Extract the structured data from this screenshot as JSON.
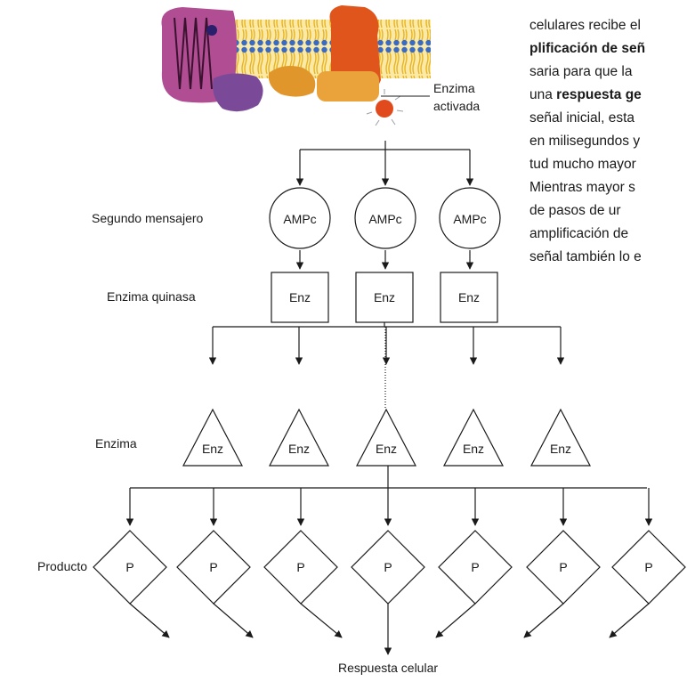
{
  "membrane": {
    "enzyme_label_line1": "Enzima",
    "enzyme_label_line2": "activada"
  },
  "rows": {
    "second_messenger": {
      "label": "Segundo mensajero",
      "node_text": "AMPc",
      "count": 3
    },
    "kinase": {
      "label": "Enzima quinasa",
      "node_text": "Enz",
      "count": 3
    },
    "enzyme": {
      "label": "Enzima",
      "node_text": "Enz",
      "count": 5
    },
    "product": {
      "label": "Producto",
      "node_text": "P",
      "count": 7
    }
  },
  "response": {
    "label": "Respuesta celular"
  },
  "side_text": {
    "line1": "celulares recibe el",
    "line2_bold": "plificación de señ",
    "line3": "saria para que la",
    "line4_normal": "una ",
    "line4_bold": "respuesta ge",
    "line5": "señal inicial, esta",
    "line6": "en milisegundos y",
    "line7": "tud mucho mayor",
    "line8": "Mientras mayor s",
    "line9": "de pasos de ur",
    "line10": "amplificación de",
    "line11": "señal también lo e"
  },
  "colors": {
    "line": "#1a1a1a",
    "receptor_purple": "#8e3d80",
    "receptor_violet": "#7a4a98",
    "gprotein_orange": "#e0551c",
    "effector_gold": "#e0962a",
    "lipid_yellow": "#f2c430",
    "head_blue": "#3a6bc4"
  }
}
